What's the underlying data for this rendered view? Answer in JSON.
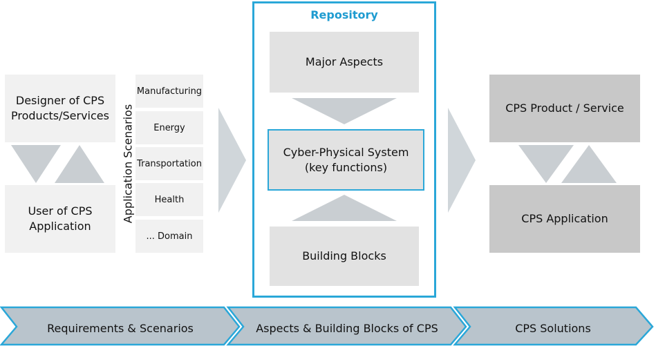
{
  "left": {
    "designer_label": "Designer of CPS\nProducts/Services",
    "user_label": "User of CPS\nApplication",
    "scenarios_title": "Application Scenarios",
    "scenarios": [
      "Manufacturing",
      "Energy",
      "Transportation",
      "Health",
      "... Domain"
    ]
  },
  "repository": {
    "title": "Repository",
    "major_aspects": "Major Aspects",
    "cps_label": "Cyber-Physical System\n(key functions)",
    "building_blocks": "Building Blocks"
  },
  "right": {
    "product_label": "CPS Product / Service",
    "application_label": "CPS Application"
  },
  "process_steps": [
    "Requirements & Scenarios",
    "Aspects & Building Blocks of CPS",
    "CPS Solutions"
  ],
  "colors": {
    "accent": "#2aa7d8",
    "accent_text": "#1e9bd0",
    "chevron_fill": "#b9c4cc",
    "light_box": "#f1f1f1",
    "mid_box": "#e2e2e2",
    "dark_box": "#c8c8c8",
    "arrow_gray": "#d0d6da"
  }
}
